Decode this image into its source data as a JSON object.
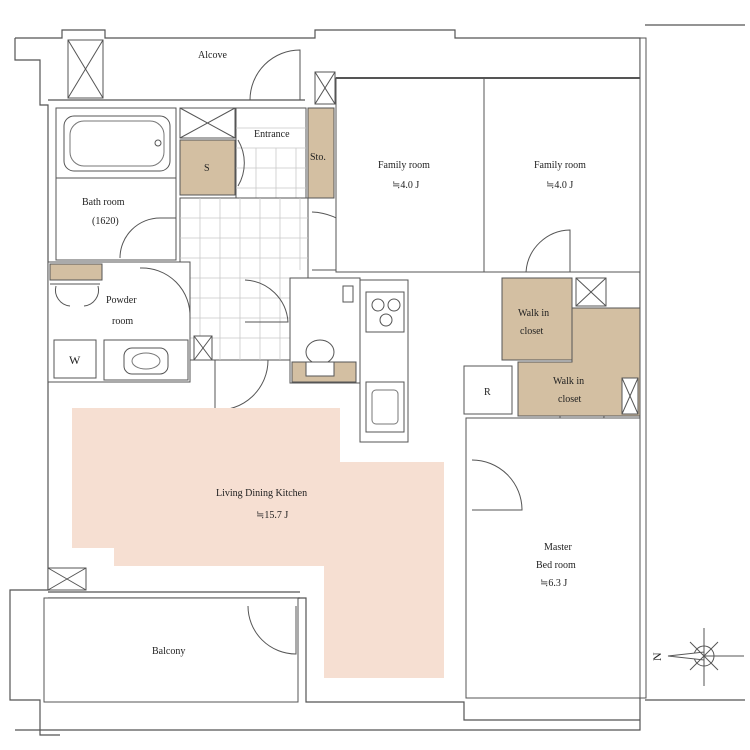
{
  "rooms": {
    "alcove": "Alcove",
    "entrance": "Entrance",
    "storage_s": "S",
    "storage_sto": "Sto.",
    "bath_title": "Bath room",
    "bath_size": "(1620)",
    "powder_title": "Powder",
    "powder_sub": "room",
    "washer": "W",
    "family1_title": "Family room",
    "family1_size": "≒4.0 J",
    "family2_title": "Family room",
    "family2_size": "≒4.0 J",
    "walkin1_a": "Walk in",
    "walkin1_b": "closet",
    "walkin2_a": "Walk in",
    "walkin2_b": "closet",
    "fridge": "R",
    "ldk_title": "Living Dining Kitchen",
    "ldk_size": "≒15.7 J",
    "master_a": "Master",
    "master_b": "Bed room",
    "master_size": "≒6.3 J",
    "balcony": "Balcony"
  },
  "compass": {
    "label": "N"
  },
  "colors": {
    "ldk_fill": "#f6dfd2",
    "closet_fill": "#d3bfa2",
    "wall_line": "#555555"
  }
}
